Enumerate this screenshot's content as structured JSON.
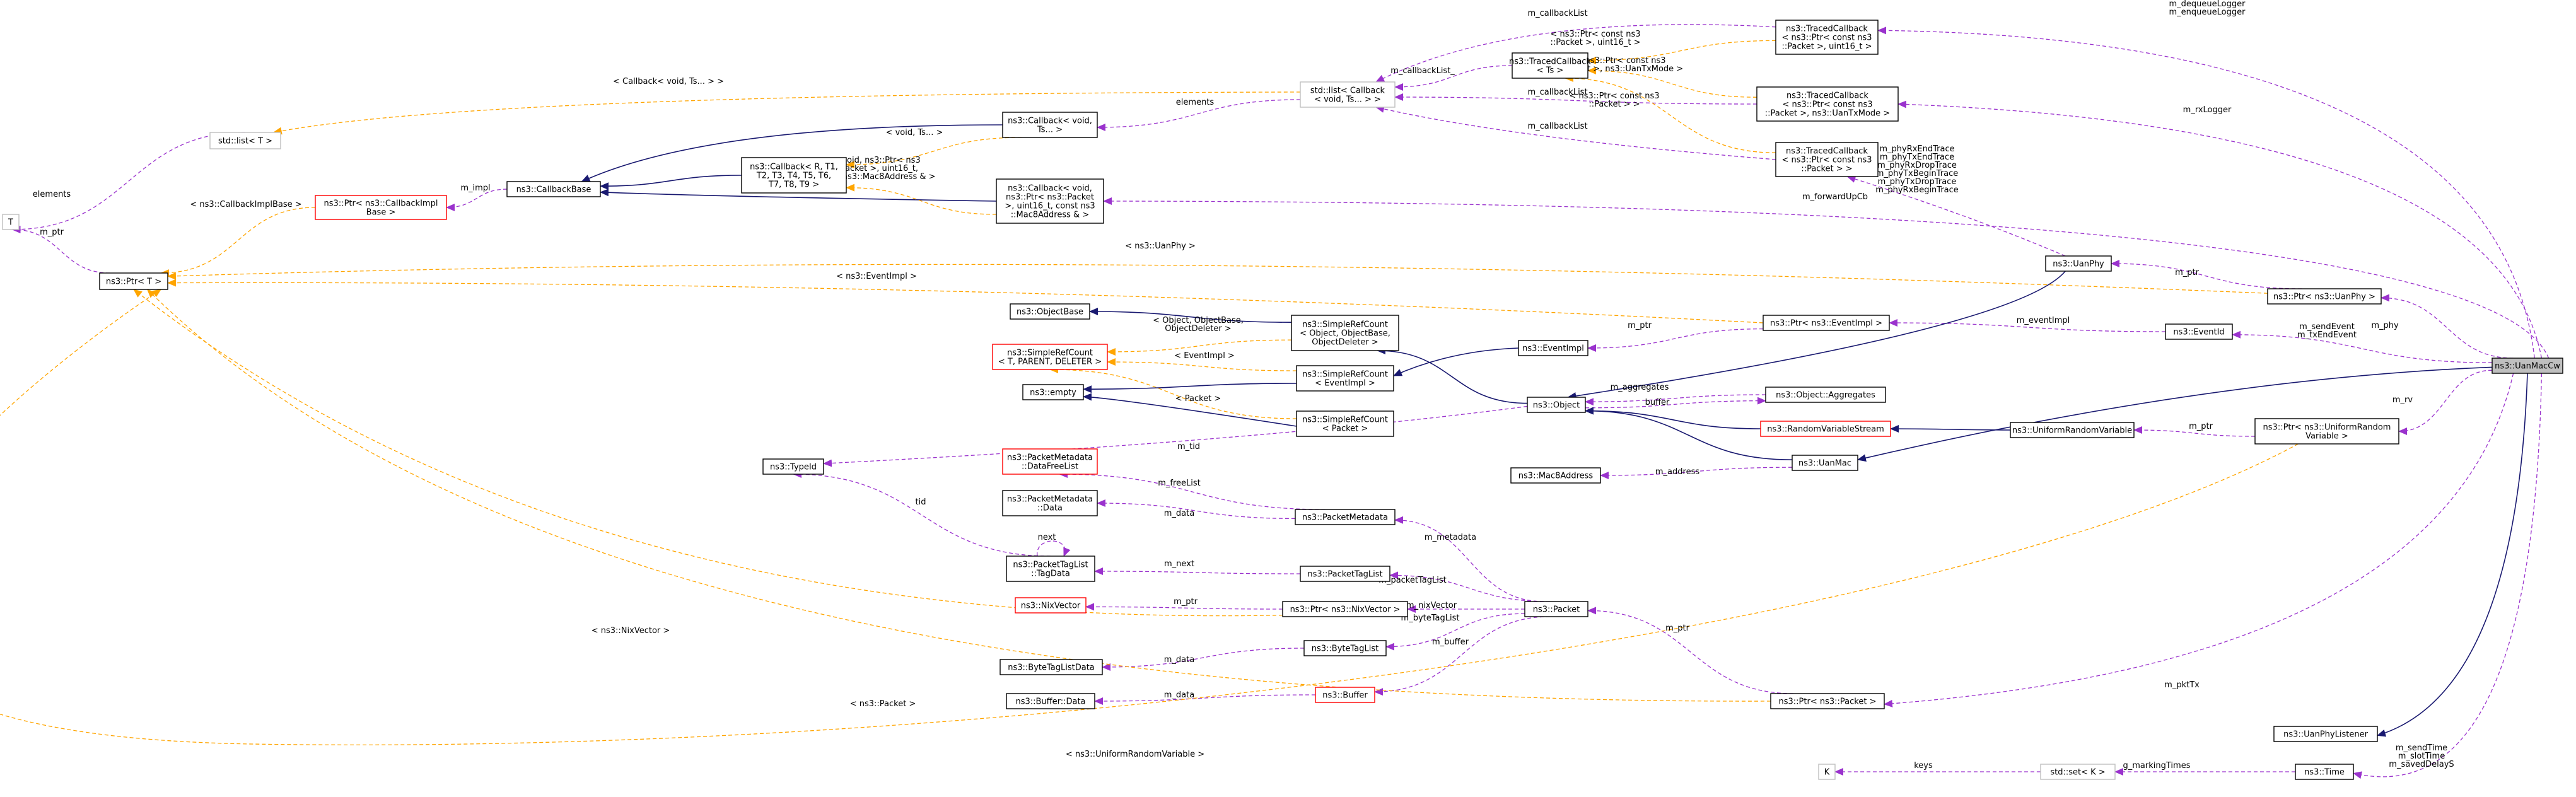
{
  "colors": {
    "inheritance": "#191970",
    "usage": "#9a32cd",
    "template": "#ffa500",
    "highlight_fill": "#bfbfbf",
    "undocumented_border": "#ff0000",
    "external_border": "#bfbfbf"
  },
  "nodes": {
    "T": "T",
    "list_T": "std::list< T >",
    "ptr_T": "ns3::Ptr< T >",
    "ptr_cbimpl": [
      "ns3::Ptr< ns3::CallbackImpl",
      "Base >"
    ],
    "callbackbase": "ns3::CallbackBase",
    "cb_void": [
      "ns3::Callback< void,",
      "Ts... >"
    ],
    "cb_R": [
      "ns3::Callback< R, T1,",
      "T2, T3, T4, T5, T6,",
      "T7, T8, T9 >"
    ],
    "cb_void_pkt": [
      "ns3::Callback< void,",
      "ns3::Ptr< ns3::Packet",
      ">, uint16_t, const ns3",
      "::Mac8Address & >"
    ],
    "stdlist_cb": [
      "std::list< Callback",
      "< void, Ts... > >"
    ],
    "traced_ts": [
      "ns3::TracedCallback",
      "< Ts >"
    ],
    "traced_1": [
      "ns3::TracedCallback",
      "< ns3::Ptr< const ns3",
      "::Packet >, uint16_t >"
    ],
    "traced_2": [
      "ns3::TracedCallback",
      "< ns3::Ptr< const ns3",
      "::Packet >, ns3::UanTxMode >"
    ],
    "traced_3": [
      "ns3::TracedCallback",
      "< ns3::Ptr< const ns3",
      "::Packet > >"
    ],
    "objectbase": "ns3::ObjectBase",
    "simplerefcount": [
      "ns3::SimpleRefCount",
      "< T, PARENT, DELETER >"
    ],
    "empty": "ns3::empty",
    "src_obj": [
      "ns3::SimpleRefCount",
      "< Object, ObjectBase,",
      "ObjectDeleter >"
    ],
    "src_event": [
      "ns3::SimpleRefCount",
      "< EventImpl >"
    ],
    "src_packet": [
      "ns3::SimpleRefCount",
      "< Packet >"
    ],
    "eventimpl": "ns3::EventImpl",
    "ptr_eventimpl": "ns3::Ptr< ns3::EventImpl >",
    "eventid": "ns3::EventId",
    "object": "ns3::Object",
    "aggregates": "ns3::Object::Aggregates",
    "rvs": "ns3::RandomVariableStream",
    "urv": "ns3::UniformRandomVariable",
    "ptr_urv": [
      "ns3::Ptr< ns3::UniformRandom",
      "Variable >"
    ],
    "uanphy": "ns3::UanPhy",
    "ptr_uanphy": "ns3::Ptr< ns3::UanPhy >",
    "uanmac": "ns3::UanMac",
    "mac8": "ns3::Mac8Address",
    "uanmaccw": "ns3::UanMacCw",
    "typeid": "ns3::TypeId",
    "pm_dfl": [
      "ns3::PacketMetadata",
      "::DataFreeList"
    ],
    "pm_data": [
      "ns3::PacketMetadata",
      "::Data"
    ],
    "packetmetadata": "ns3::PacketMetadata",
    "ptl_tagdata": [
      "ns3::PacketTagList",
      "::TagData"
    ],
    "packettaglist": "ns3::PacketTagList",
    "nixvector": "ns3::NixVector",
    "ptr_nix": "ns3::Ptr< ns3::NixVector >",
    "packet": "ns3::Packet",
    "btl_data": "ns3::ByteTagListData",
    "bytetaglist": "ns3::ByteTagList",
    "buffer_data": "ns3::Buffer::Data",
    "buffer": "ns3::Buffer",
    "ptr_packet": "ns3::Ptr< ns3::Packet >",
    "uanphylistener": "ns3::UanPhyListener",
    "K": "K",
    "stdset": "std::set< K >",
    "time": "ns3::Time"
  },
  "edge_labels": {
    "elements_T": "elements",
    "m_ptr_T": "m_ptr",
    "cb_tpl_list": "< Callback< void, Ts... > >",
    "cbimplbase_tpl": "< ns3::CallbackImplBase >",
    "m_impl": "m_impl",
    "void_ts_tpl": "< void, Ts... >",
    "void_ptr_tpl": [
      "< void, ns3::Ptr< ns3",
      "::Packet >, uint16_t,",
      "const ns3::Mac8Address & >"
    ],
    "elements_list": "elements",
    "m_callbackList_1": "m_callbackList",
    "m_callbackList_2": "m_callbackList_",
    "m_callbackList_3": "m_callbackList",
    "m_callbackList_4": "m_callbackList",
    "tpl_1": [
      "< ns3::Ptr< const ns3",
      "::Packet >, uint16_t >"
    ],
    "tpl_2": [
      "< ns3::Ptr< const ns3",
      "::Packet >, ns3::UanTxMode >"
    ],
    "tpl_3": [
      "< ns3::Ptr< const ns3",
      "::Packet > >"
    ],
    "m_dequeueLogger": [
      "m_dequeueLogger",
      "m_enqueueLogger"
    ],
    "m_rxLogger": "m_rxLogger",
    "phy_traces": [
      "m_phyRxEndTrace",
      "m_phyTxEndTrace",
      "m_phyRxDropTrace",
      "m_phyTxBeginTrace",
      "m_phyTxDropTrace",
      "m_phyRxBeginTrace"
    ],
    "m_forwardUpCb": "m_forwardUpCb",
    "uanphy_tpl": "< ns3::UanPhy >",
    "m_ptr_phy": "m_ptr",
    "m_phy": "m_phy",
    "eventimpl_tpl": "< ns3::EventImpl >",
    "m_eventImpl": "m_eventImpl",
    "m_ptr_event": "m_ptr",
    "m_sendEvent": [
      "m_sendEvent",
      "m_txEndEvent"
    ],
    "obj_tpl": [
      "< Object, ObjectBase,",
      "ObjectDeleter >"
    ],
    "event_tpl": "< EventImpl >",
    "packet_tpl": "< Packet >",
    "m_aggregates": "m_aggregates",
    "buffer_lbl": "buffer",
    "m_tid": "m_tid",
    "m_ptr_urv": "m_ptr",
    "m_rv": "m_rv",
    "m_address": "m_address",
    "tid": "tid",
    "m_freeList": "m_freeList",
    "m_data_pm": "m_data",
    "next": "next",
    "m_metadata": "m_metadata",
    "m_next": "m_next",
    "m_packetTagList": "m_packetTagList",
    "m_ptr_nix": "m_ptr",
    "m_nixVector": "m_nixVector",
    "nixvector_tpl": "< ns3::NixVector >",
    "m_byteTagList": "m_byteTagList",
    "m_data_btl": "m_data",
    "m_buffer": "m_buffer",
    "m_data_buf": "m_data",
    "m_ptr_pkt": "m_ptr",
    "m_pktTx": "m_pktTx",
    "packet_tpl2": "< ns3::Packet >",
    "urv_tpl": "< ns3::UniformRandomVariable >",
    "keys": "keys",
    "g_markingTimes": "g_markingTimes",
    "time_members": [
      "m_sendTime",
      "m_slotTime",
      "m_savedDelayS"
    ]
  }
}
